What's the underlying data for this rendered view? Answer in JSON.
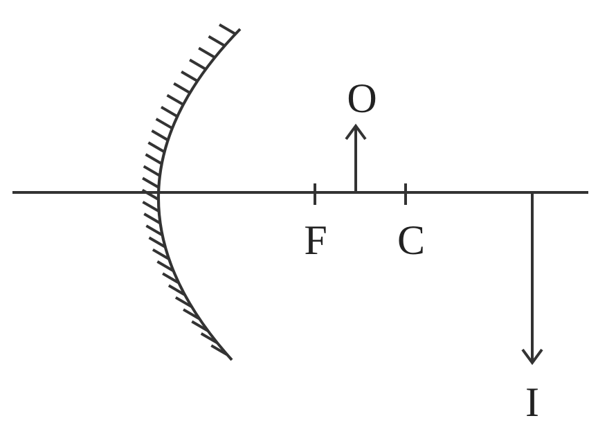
{
  "diagram": {
    "labels": {
      "focus": "F",
      "center": "C",
      "object": "O",
      "image": "I"
    }
  },
  "colors": {
    "ink": "#333333",
    "background": "#ffffff"
  }
}
